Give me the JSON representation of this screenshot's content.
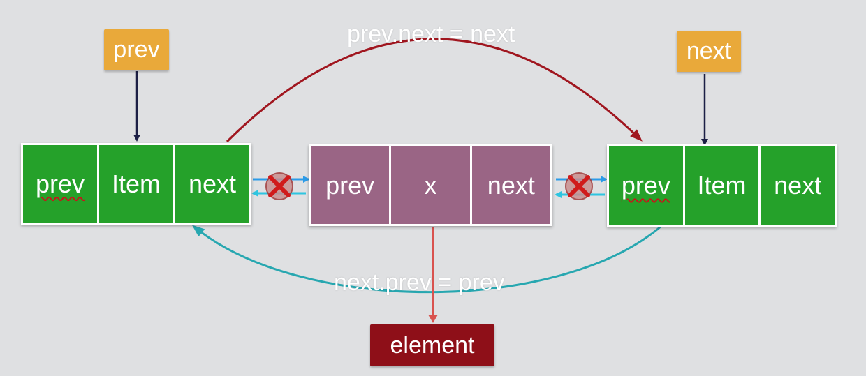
{
  "pointers": {
    "prev_label": "prev",
    "next_label": "next"
  },
  "nodes": {
    "left": {
      "prev": "prev",
      "item": "Item",
      "next": "next"
    },
    "middle": {
      "prev": "prev",
      "item": "x",
      "next": "next"
    },
    "right": {
      "prev": "prev",
      "item": "Item",
      "next": "next"
    }
  },
  "captions": {
    "top": "prev.next = next",
    "bottom": "next.prev = prev"
  },
  "result": {
    "label": "element"
  },
  "colors": {
    "background": "#dfe0e2",
    "pointer_tag": "#e9a93a",
    "node_green": "#25a12a",
    "node_purple": "#9a6585",
    "result_tag": "#8e0f18",
    "top_arc": "#a0161f",
    "bottom_arc": "#27a7b0",
    "pointer_arrow": "#1c1f45",
    "element_arrow": "#d9534f",
    "link_forward": "#2b9be8",
    "link_back": "#2ec5e0",
    "break_mark": "#d01b1b"
  },
  "icons": [
    "broken-link-icon",
    "broken-link-icon"
  ]
}
